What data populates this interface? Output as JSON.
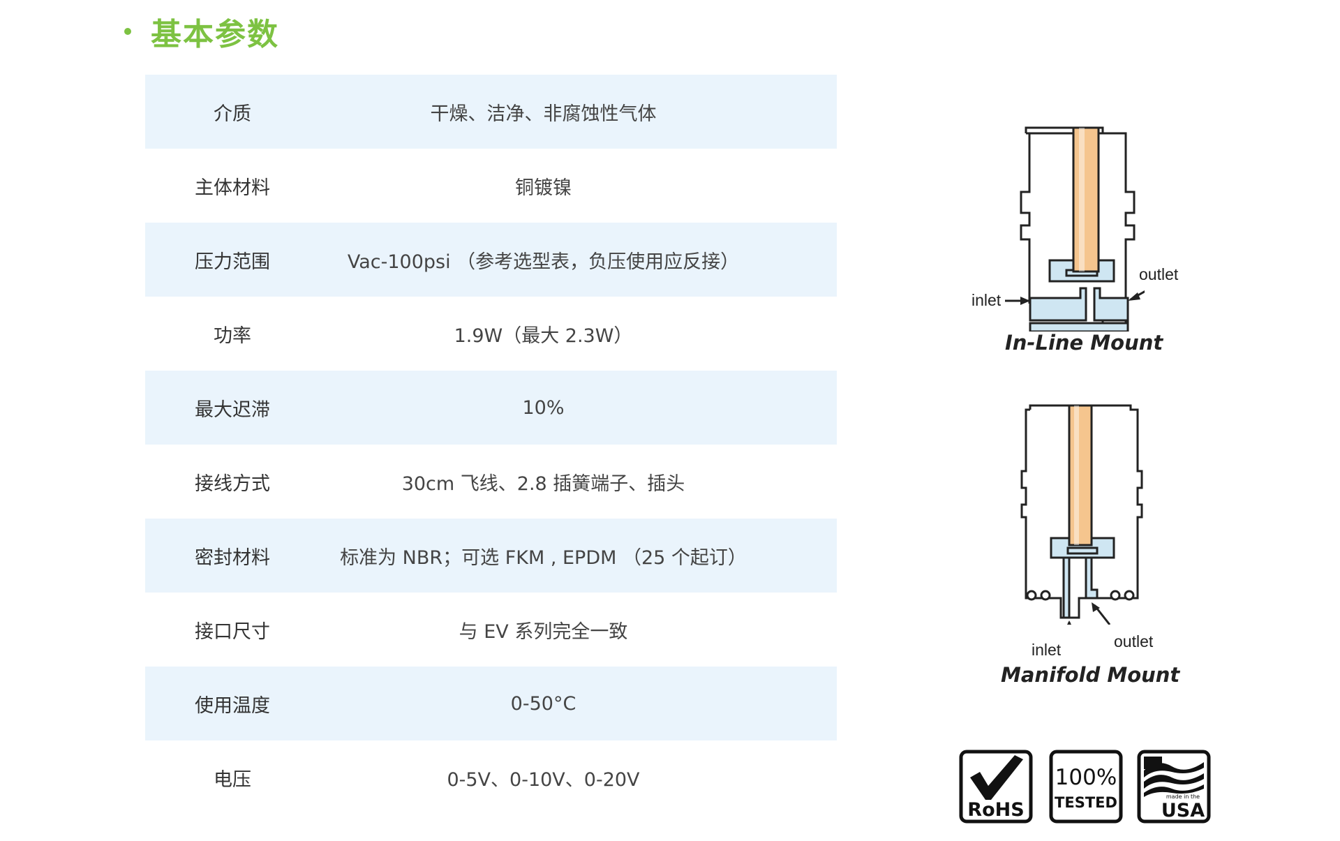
{
  "header": {
    "title": "基本参数",
    "accent_color": "#7dc242"
  },
  "specs": [
    {
      "label": "介质",
      "value": "干燥、洁净、非腐蚀性气体"
    },
    {
      "label": "主体材料",
      "value": "铜镀镍"
    },
    {
      "label": "压力范围",
      "value": "Vac-100psi （参考选型表，负压使用应反接）"
    },
    {
      "label": "功率",
      "value": "1.9W（最大 2.3W）"
    },
    {
      "label": "最大迟滞",
      "value": "10%"
    },
    {
      "label": "接线方式",
      "value": "30cm 飞线、2.8 插簧端子、插头"
    },
    {
      "label": "密封材料",
      "value": "标准为 NBR；可选 FKM , EPDM （25 个起订）"
    },
    {
      "label": "接口尺寸",
      "value": "与 EV 系列完全一致"
    },
    {
      "label": "使用温度",
      "value": "0-50°C"
    },
    {
      "label": "电压",
      "value": "0-5V、0-10V、0-20V"
    }
  ],
  "diagrams": {
    "inline": {
      "caption": "In-Line Mount",
      "inlet_label": "inlet",
      "outlet_label": "outlet"
    },
    "manifold": {
      "caption": "Manifold Mount",
      "inlet_label": "inlet",
      "outlet_label": "outlet"
    },
    "body_fill": "#cfe6f2",
    "plunger_fill": "#f5c58e",
    "line_color": "#222222"
  },
  "badges": {
    "rohs_text": "RoHS",
    "tested_percent": "100%",
    "tested_text": "TESTED",
    "usa_small": "made in the",
    "usa_big": "USA"
  }
}
